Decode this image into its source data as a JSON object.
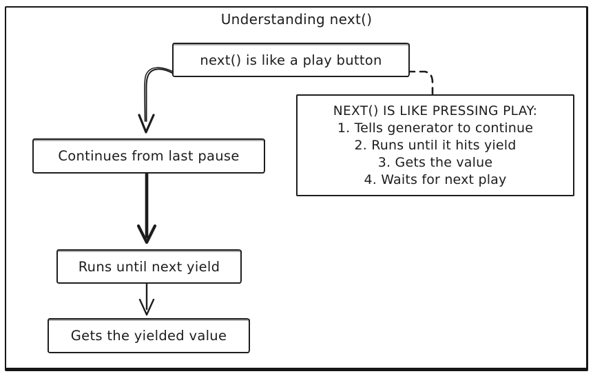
{
  "title": "Understanding next()",
  "flow": {
    "play_button": "next() is like a play button",
    "continues": "Continues from last pause",
    "runs": "Runs until next yield",
    "gets": "Gets the yielded value"
  },
  "note": {
    "heading": "NEXT() IS LIKE PRESSING PLAY:",
    "items": [
      "1. Tells generator to continue",
      "2. Runs until it hits yield",
      "3. Gets the value",
      "4. Waits for next play"
    ]
  },
  "colors": {
    "ink": "#1c1c1c",
    "background": "#ffffff"
  }
}
